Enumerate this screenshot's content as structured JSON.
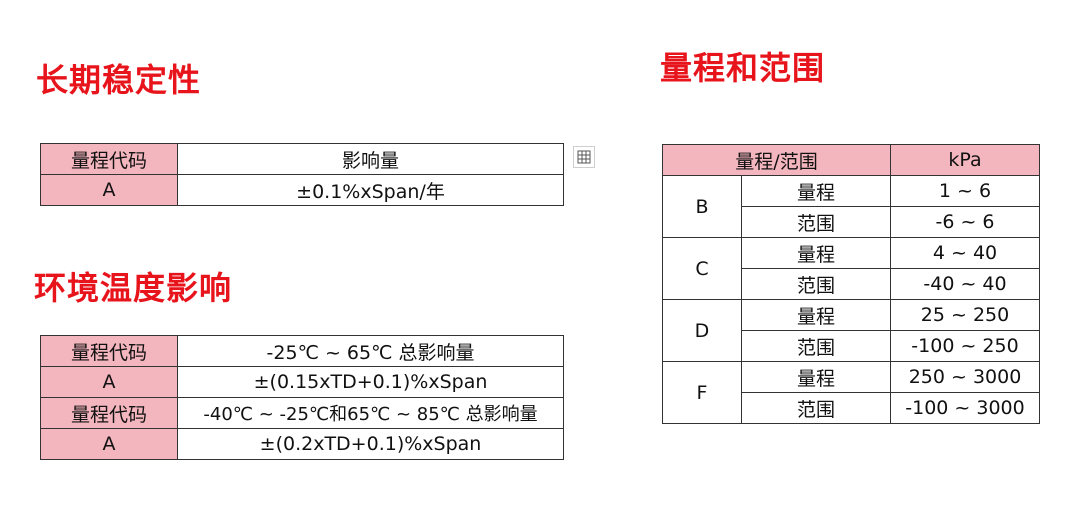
{
  "stability": {
    "heading": "长期稳定性",
    "header": [
      "量程代码",
      "影响量"
    ],
    "row": [
      "A",
      "±0.1%xSpan/年"
    ]
  },
  "temperature": {
    "heading": "环境温度影响",
    "rows": [
      [
        "量程代码",
        "-25℃ ~ 65℃ 总影响量"
      ],
      [
        "A",
        "±(0.15xTD+0.1)%xSpan"
      ],
      [
        "量程代码",
        "-40℃ ~ -25℃和65℃ ~ 85℃ 总影响量"
      ],
      [
        "A",
        "±(0.2xTD+0.1)%xSpan"
      ]
    ]
  },
  "range": {
    "heading": "量程和范围",
    "header": [
      "量程/范围",
      "kPa"
    ],
    "groups": [
      {
        "code": "B",
        "span_label": "量程",
        "span": "1 ~ 6",
        "range_label": "范围",
        "range": "-6 ~ 6"
      },
      {
        "code": "C",
        "span_label": "量程",
        "span": "4 ~ 40",
        "range_label": "范围",
        "range": "-40 ~ 40"
      },
      {
        "code": "D",
        "span_label": "量程",
        "span": "25 ~ 250",
        "range_label": "范围",
        "range": "-100 ~ 250"
      },
      {
        "code": "F",
        "span_label": "量程",
        "span": "250 ~ 3000",
        "range_label": "范围",
        "range": "-100 ~ 3000"
      }
    ]
  },
  "icons": {
    "table_icon": "table-select-icon"
  },
  "colors": {
    "heading": "#e8141c",
    "header_fill": "#f4b6be",
    "border": "#333333"
  }
}
